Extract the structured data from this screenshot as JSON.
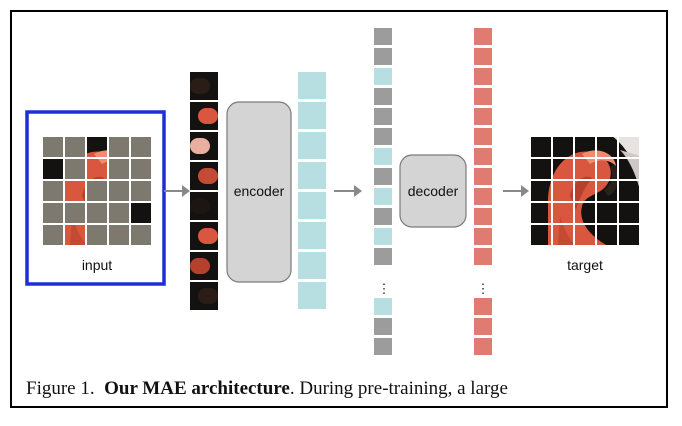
{
  "figure": {
    "labels": {
      "input": "input",
      "encoder": "encoder",
      "decoder": "decoder",
      "target": "target"
    },
    "ellipsis": "⋮",
    "caption": {
      "prefix": "Figure 1.",
      "title": "Our MAE architecture",
      "text": ". During pre-training, a large"
    },
    "colors": {
      "input_border": "#1f2fd6",
      "mask_tile": "#7d796e",
      "encoded_token": "#b7dfe1",
      "mask_token": "#9c9c9c",
      "decoder_output": "#e07b72",
      "block_fill": "#d4d4d4",
      "arrow": "#888888",
      "flamingo": "#d9573f",
      "background_dark": "#141210"
    }
  }
}
